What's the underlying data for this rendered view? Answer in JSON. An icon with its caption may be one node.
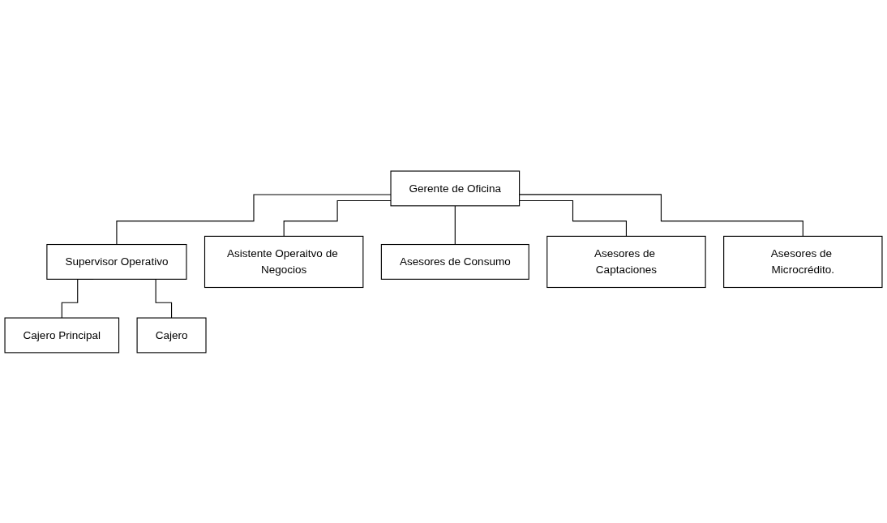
{
  "diagram": {
    "nodes": [
      {
        "text": [
          "Gerente de Oficina"
        ]
      },
      {
        "text": [
          "Supervisor Operativo"
        ]
      },
      {
        "text": [
          "Asistente Operaitvo de Negocios"
        ]
      },
      {
        "text": [
          "Asesores de Consumo"
        ]
      },
      {
        "text": [
          "Asesores de Captaciones"
        ]
      },
      {
        "text": [
          "Asesores de Microcrédito."
        ]
      },
      {
        "text": [
          "Cajero Principal"
        ]
      },
      {
        "text": [
          "Cajero"
        ]
      }
    ],
    "edges": [
      {
        "from": 0,
        "to": 1,
        "arrow": "none"
      },
      {
        "from": 0,
        "to": 2,
        "arrow": "none"
      },
      {
        "from": 0,
        "to": 3,
        "arrow": "none"
      },
      {
        "from": 0,
        "to": 4,
        "arrow": "none"
      },
      {
        "from": 0,
        "to": 5,
        "arrow": "none"
      },
      {
        "from": 1,
        "to": 6,
        "arrow": "none"
      },
      {
        "from": 1,
        "to": 7,
        "arrow": "none"
      }
    ]
  }
}
